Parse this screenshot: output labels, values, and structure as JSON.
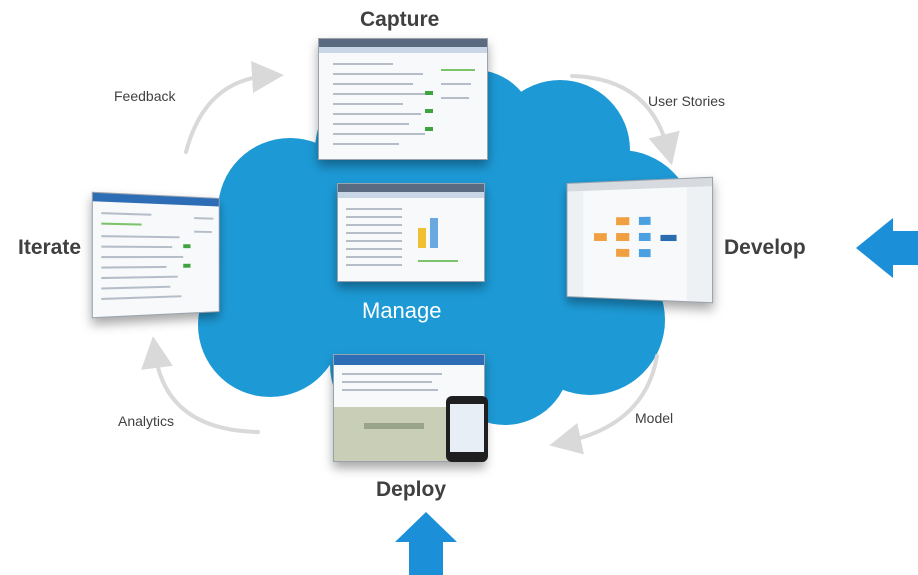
{
  "stages": {
    "capture": "Capture",
    "develop": "Develop",
    "deploy": "Deploy",
    "iterate": "Iterate",
    "manage": "Manage"
  },
  "transitions": {
    "feedback": "Feedback",
    "user_stories": "User Stories",
    "model": "Model",
    "analytics": "Analytics"
  },
  "colors": {
    "cloud": "#1d9ad6",
    "highlight_arrow": "#1b8fd8",
    "cycle_arrow": "#d9d9d9",
    "label_text": "#404040"
  },
  "icons": {
    "develop_pointer": "arrow-left",
    "deploy_pointer": "arrow-up"
  }
}
